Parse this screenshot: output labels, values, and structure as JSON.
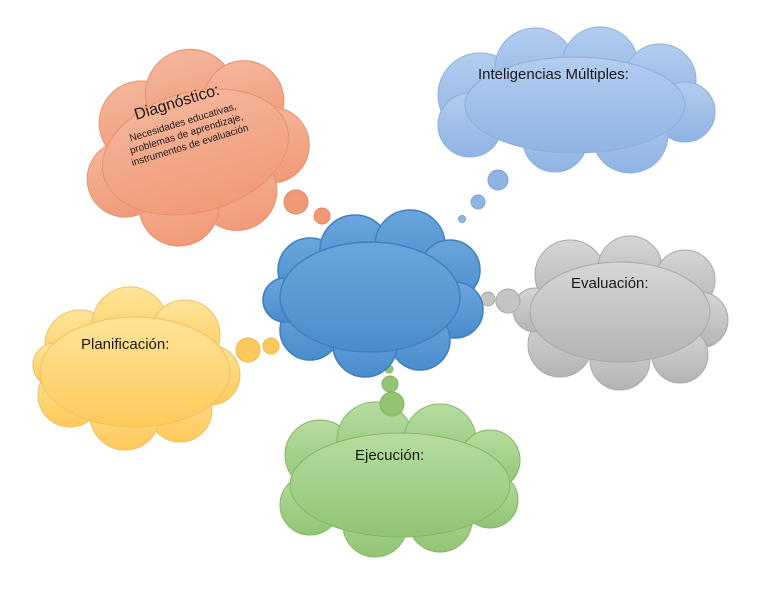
{
  "nodes": {
    "diagnostico": {
      "title": "Diagnóstico:",
      "detail": "Necesidades educativas, problemas de aprendizaje, instrumentos de evaluación",
      "color": "#f4a582"
    },
    "inteligencias": {
      "title": "Inteligencias Múltiples:",
      "color": "#a4c3e8"
    },
    "evaluacion": {
      "title": "Evaluación:",
      "color": "#c8c8c8"
    },
    "planificacion": {
      "title": "Planificación:",
      "color": "#ffd97a"
    },
    "ejecucion": {
      "title": "Ejecución:",
      "color": "#a5d08a"
    },
    "central": {
      "title": "",
      "color": "#5b9bd5"
    }
  }
}
